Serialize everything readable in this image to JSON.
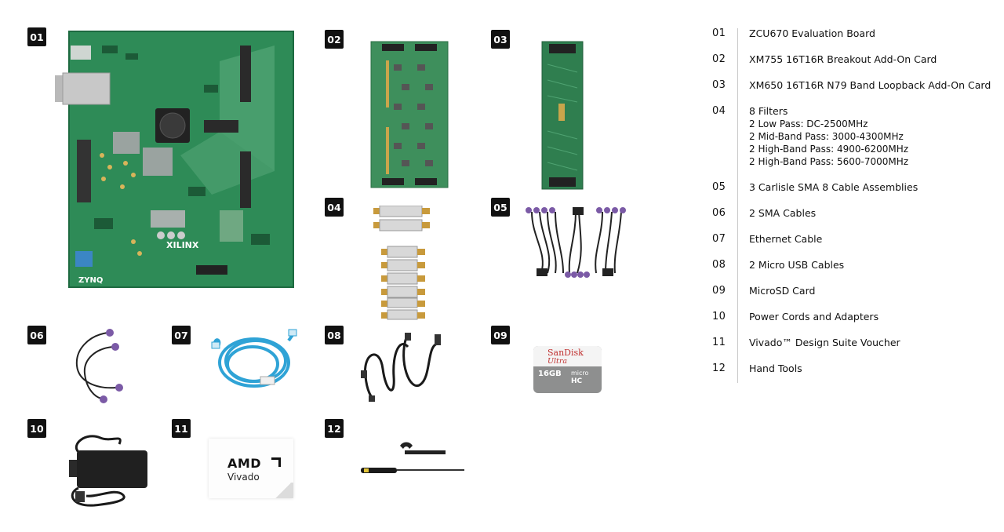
{
  "badges": [
    "01",
    "02",
    "03",
    "04",
    "05",
    "06",
    "07",
    "08",
    "09",
    "10",
    "11",
    "12"
  ],
  "board_labels": {
    "brand": "XILINX",
    "zynq": "ZYNQ"
  },
  "card_labels": {
    "sandisk": "SanDisk",
    "ultra": "Ultra",
    "capacity": "16GB",
    "micro": "micro",
    "hc": "HC"
  },
  "voucher_labels": {
    "amd": "AMD",
    "vivado": "Vivado"
  },
  "legend": [
    {
      "num": "01",
      "title": "ZCU670 Evaluation Board",
      "sub": []
    },
    {
      "num": "02",
      "title": "XM755 16T16R Breakout Add-On Card",
      "sub": []
    },
    {
      "num": "03",
      "title": "XM650 16T16R N79 Band Loopback Add-On Card",
      "sub": []
    },
    {
      "num": "04",
      "title": "8 Filters",
      "sub": [
        "2 Low Pass: DC-2500MHz",
        "2 Mid-Band Pass: 3000-4300MHz",
        "2 High-Band Pass: 4900-6200MHz",
        "2 High-Band Pass: 5600-7000MHz"
      ]
    },
    {
      "num": "05",
      "title": "3 Carlisle SMA 8 Cable Assemblies",
      "sub": []
    },
    {
      "num": "06",
      "title": "2 SMA Cables",
      "sub": []
    },
    {
      "num": "07",
      "title": "Ethernet Cable",
      "sub": []
    },
    {
      "num": "08",
      "title": "2 Micro USB Cables",
      "sub": []
    },
    {
      "num": "09",
      "title": "MicroSD Card",
      "sub": []
    },
    {
      "num": "10",
      "title": "Power Cords and Adapters",
      "sub": []
    },
    {
      "num": "11",
      "title": "Vivado™ Design Suite Voucher",
      "sub": []
    },
    {
      "num": "12",
      "title": "Hand Tools",
      "sub": []
    }
  ],
  "colors": {
    "pcb": "#2e8b57",
    "pcb_dark": "#1f6e44",
    "badge": "#111111",
    "cable_blue": "#2fa3d6",
    "sma_purple": "#7b5aa6"
  }
}
